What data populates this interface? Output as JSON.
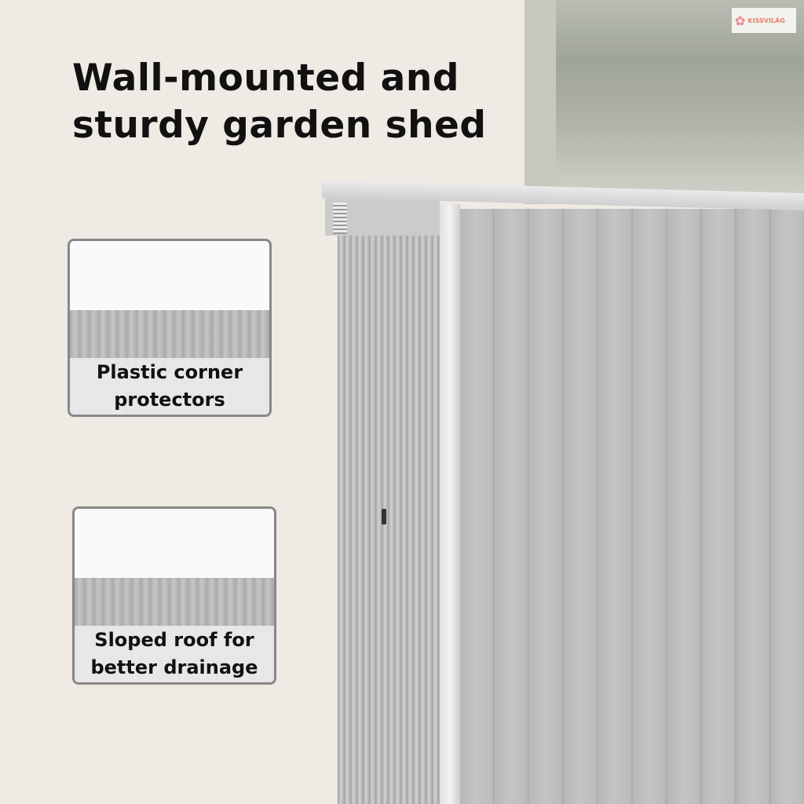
{
  "title": {
    "line1": "Wall-mounted and",
    "line2": "sturdy garden shed"
  },
  "logo": {
    "text": "KISSVILÁG"
  },
  "features": [
    {
      "line1": "Plastic corner",
      "line2": "protectors"
    },
    {
      "line1": "Sloped roof for",
      "line2": "better drainage"
    }
  ]
}
